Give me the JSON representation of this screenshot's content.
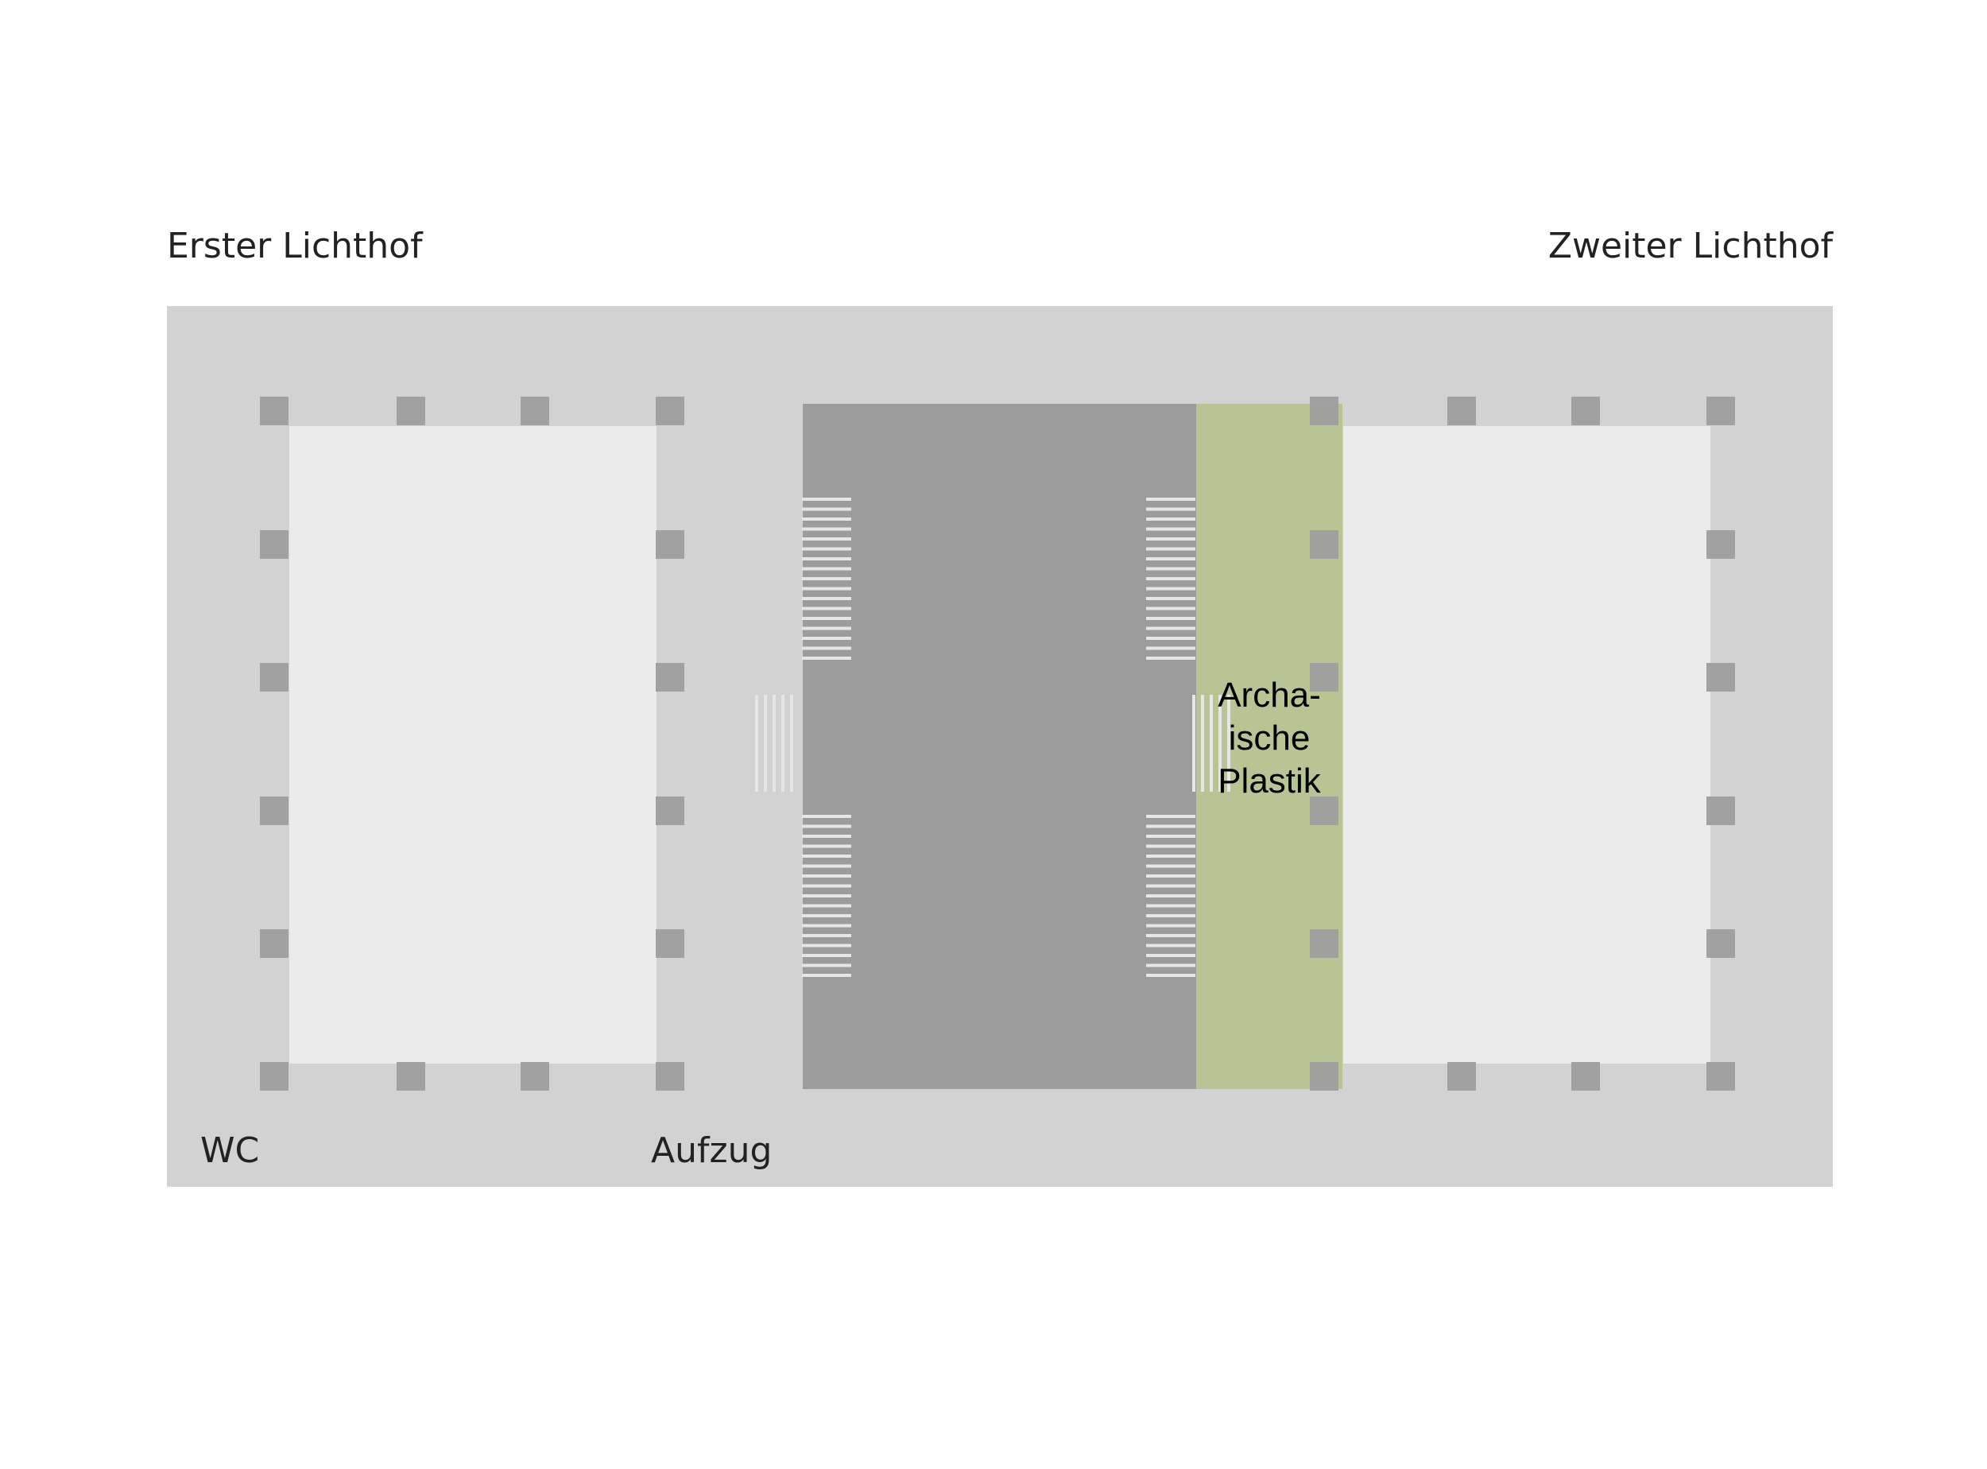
{
  "labels": {
    "left_courtyard": "Erster Lichthof",
    "right_courtyard": "Zweiter Lichthof",
    "wc": "WC",
    "elevator": "Aufzug"
  },
  "highlighted_room": {
    "name_lines": [
      "Archa-",
      "ische",
      "Plastik"
    ],
    "color": "#b8c494"
  },
  "colors": {
    "floor": "#d2d2d2",
    "courtyard": "#ebebeb",
    "hall": "#9c9c9c",
    "column": "#9e9e9e",
    "stairs": "#e6e6e6"
  }
}
